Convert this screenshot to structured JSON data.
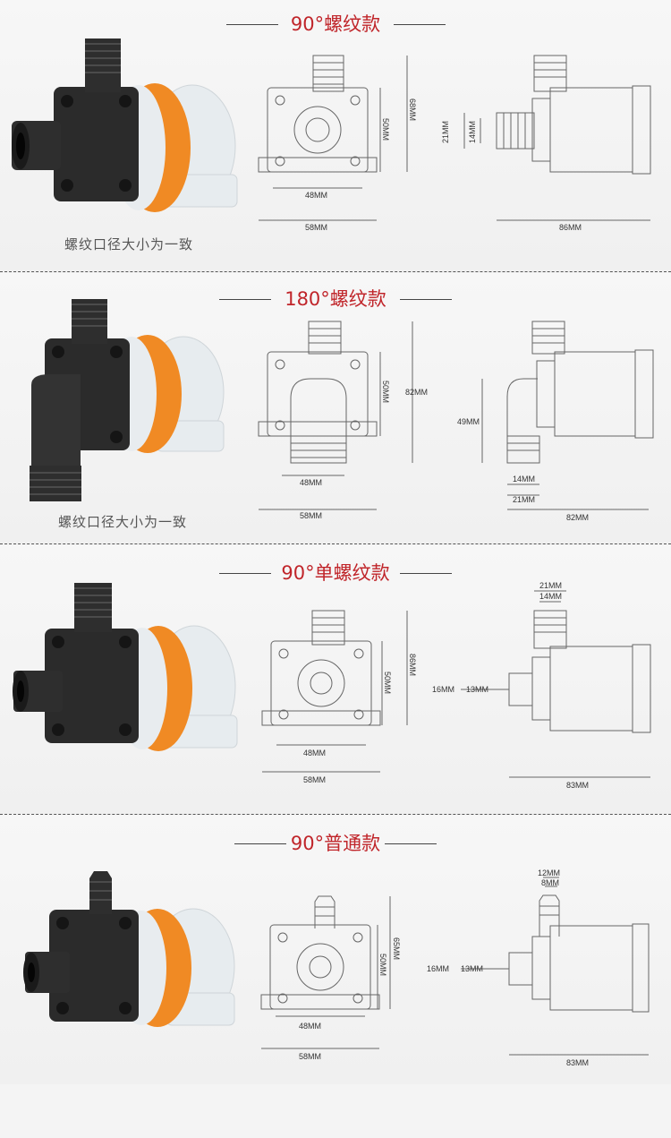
{
  "sections": [
    {
      "title": "90°螺纹款",
      "caption": "螺纹口径大小为一致",
      "front": {
        "width_outer": "58MM",
        "width_inner": "48MM",
        "height_inner": "50MM",
        "height_outer": "68MM"
      },
      "side": {
        "length": "86MM",
        "outlet_outer": "21MM",
        "outlet_inner": "14MM"
      }
    },
    {
      "title": "180°螺纹款",
      "caption": "螺纹口径大小为一致",
      "front": {
        "width_outer": "58MM",
        "width_inner": "48MM",
        "height_inner": "50MM",
        "height_outer": "82MM"
      },
      "side": {
        "length": "82MM",
        "height": "49MM",
        "outlet_inner": "14MM",
        "outlet_outer": "21MM"
      }
    },
    {
      "title": "90°单螺纹款",
      "front": {
        "width_outer": "58MM",
        "width_inner": "48MM",
        "height_inner": "50MM",
        "height_outer": "86MM"
      },
      "side": {
        "length": "83MM",
        "top_outer": "21MM",
        "top_inner": "14MM",
        "inlet_outer": "16MM",
        "inlet_inner": "13MM"
      }
    },
    {
      "title": "90°普通款",
      "front": {
        "width_outer": "58MM",
        "width_inner": "48MM",
        "height_inner": "50MM",
        "height_outer": "65MM"
      },
      "side": {
        "length": "83MM",
        "top_outer": "12MM",
        "top_inner": "8MM",
        "inlet_outer": "16MM",
        "inlet_inner": "13MM"
      }
    }
  ],
  "colors": {
    "title": "#c0252a",
    "orange": "#f08a24",
    "black": "#2a2a2a",
    "white_body": "#e9edf0"
  }
}
